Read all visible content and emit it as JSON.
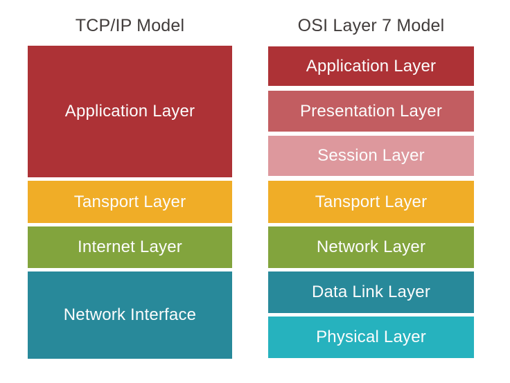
{
  "diagram": {
    "title_color": "#413c3b",
    "box_text_color": "#fcfcfc",
    "columns": [
      {
        "title": "TCP/IP Model",
        "boxes": [
          {
            "label": "Application Layer",
            "color": "#ad3236"
          },
          {
            "label": "Tansport Layer",
            "color": "#f0ad27"
          },
          {
            "label": "Internet Layer",
            "color": "#82a43d"
          },
          {
            "label": "Network Interface",
            "color": "#28899a"
          }
        ]
      },
      {
        "title": "OSI Layer 7 Model",
        "boxes": [
          {
            "label": "Application Layer",
            "color": "#ad3236"
          },
          {
            "label": "Presentation Layer",
            "color": "#c25d61"
          },
          {
            "label": "Session Layer",
            "color": "#dd989d"
          },
          {
            "label": "Tansport Layer",
            "color": "#f0ad27"
          },
          {
            "label": "Network Layer",
            "color": "#82a43d"
          },
          {
            "label": "Data Link Layer",
            "color": "#28899a"
          },
          {
            "label": "Physical Layer",
            "color": "#26b2be"
          }
        ]
      }
    ]
  }
}
